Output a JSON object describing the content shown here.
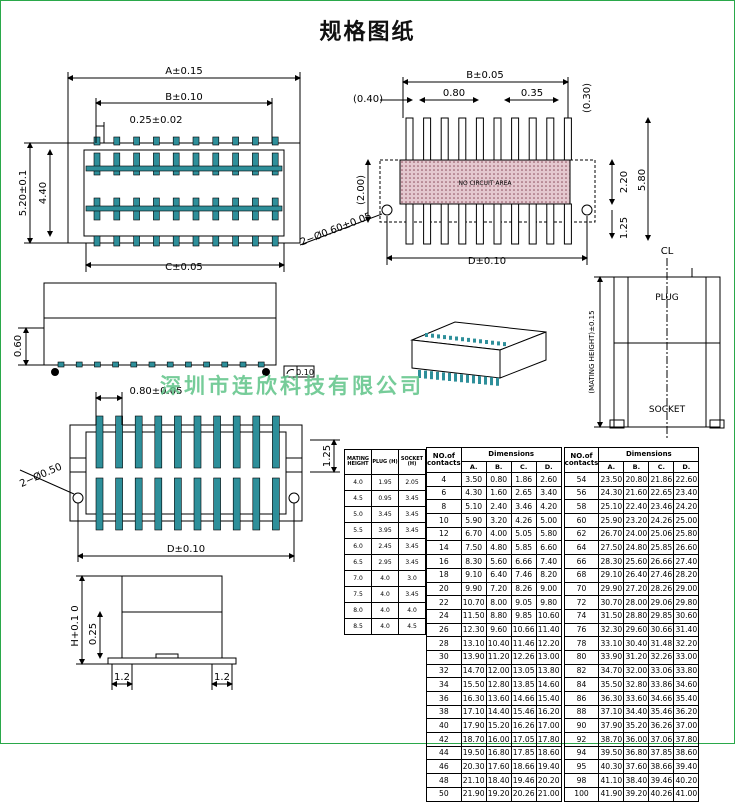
{
  "title": "规格图纸",
  "watermark": "深圳市连欣科技有限公司",
  "top_view": {
    "dim_a": "A±0.15",
    "dim_b": "B±0.10",
    "dim_pitch": "0.25±0.02",
    "dim_c": "C±0.05",
    "dim_h1": "5.20±0.1",
    "dim_h2": "4.40"
  },
  "footprint": {
    "dim_b": "B±0.05",
    "dim_040": "(0.40)",
    "dim_080": "0.80",
    "dim_035": "0.35",
    "dim_030": "(0.30)",
    "dim_200": "(2.00)",
    "dim_220": "2.20",
    "dim_580": "5.80",
    "dim_125": "1.25",
    "dim_d": "D±0.10",
    "holes": "2−Ø0.60±0.05",
    "no_circuit": "NO CIRCUIT AREA"
  },
  "side_view": {
    "dim_060": "0.60",
    "flatness": "0.10"
  },
  "mated_view": {
    "cl": "CL",
    "plug": "PLUG",
    "socket": "SOCKET",
    "mating_height": "(MATING HEIGHT)±0.15"
  },
  "bottom_view": {
    "dim_080": "0.80±0.05",
    "dim_125": "1.25",
    "holes": "2−Ø0.50",
    "dim_d": "D±0.10"
  },
  "front_view": {
    "dim_h": "H+0.1 0",
    "dim_025": "0.25",
    "dim_12a": "1.2",
    "dim_12b": "1.2"
  },
  "height_table": {
    "headers": [
      "MATING HEIGHT",
      "PLUG (H)",
      "SOCKET (H)"
    ],
    "rows": [
      [
        "4.0",
        "1.95",
        "2.05"
      ],
      [
        "4.5",
        "0.95",
        "3.45"
      ],
      [
        "5.0",
        "3.45",
        "3.45"
      ],
      [
        "5.5",
        "3.95",
        "3.45"
      ],
      [
        "6.0",
        "2.45",
        "3.45"
      ],
      [
        "6.5",
        "2.95",
        "3.45"
      ],
      [
        "7.0",
        "4.0",
        "3.0"
      ],
      [
        "7.5",
        "4.0",
        "3.45"
      ],
      [
        "8.0",
        "4.0",
        "4.0"
      ],
      [
        "8.5",
        "4.0",
        "4.5"
      ]
    ]
  },
  "dim_table": {
    "no_header": "NO.of contacts",
    "dims_header": "Dimensions",
    "cols": [
      "A.",
      "B.",
      "C.",
      "D."
    ],
    "left": [
      [
        "4",
        "3.50",
        "0.80",
        "1.86",
        "2.60"
      ],
      [
        "6",
        "4.30",
        "1.60",
        "2.65",
        "3.40"
      ],
      [
        "8",
        "5.10",
        "2.40",
        "3.46",
        "4.20"
      ],
      [
        "10",
        "5.90",
        "3.20",
        "4.26",
        "5.00"
      ],
      [
        "12",
        "6.70",
        "4.00",
        "5.05",
        "5.80"
      ],
      [
        "14",
        "7.50",
        "4.80",
        "5.85",
        "6.60"
      ],
      [
        "16",
        "8.30",
        "5.60",
        "6.66",
        "7.40"
      ],
      [
        "18",
        "9.10",
        "6.40",
        "7.46",
        "8.20"
      ],
      [
        "20",
        "9.90",
        "7.20",
        "8.26",
        "9.00"
      ],
      [
        "22",
        "10.70",
        "8.00",
        "9.05",
        "9.80"
      ],
      [
        "24",
        "11.50",
        "8.80",
        "9.85",
        "10.60"
      ],
      [
        "26",
        "12.30",
        "9.60",
        "10.66",
        "11.40"
      ],
      [
        "28",
        "13.10",
        "10.40",
        "11.46",
        "12.20"
      ],
      [
        "30",
        "13.90",
        "11.20",
        "12.26",
        "13.00"
      ],
      [
        "32",
        "14.70",
        "12.00",
        "13.05",
        "13.80"
      ],
      [
        "34",
        "15.50",
        "12.80",
        "13.85",
        "14.60"
      ],
      [
        "36",
        "16.30",
        "13.60",
        "14.66",
        "15.40"
      ],
      [
        "38",
        "17.10",
        "14.40",
        "15.46",
        "16.20"
      ],
      [
        "40",
        "17.90",
        "15.20",
        "16.26",
        "17.00"
      ],
      [
        "42",
        "18.70",
        "16.00",
        "17.05",
        "17.80"
      ],
      [
        "44",
        "19.50",
        "16.80",
        "17.85",
        "18.60"
      ],
      [
        "46",
        "20.30",
        "17.60",
        "18.66",
        "19.40"
      ],
      [
        "48",
        "21.10",
        "18.40",
        "19.46",
        "20.20"
      ],
      [
        "50",
        "21.90",
        "19.20",
        "20.26",
        "21.00"
      ]
    ],
    "right": [
      [
        "54",
        "23.50",
        "20.80",
        "21.86",
        "22.60"
      ],
      [
        "56",
        "24.30",
        "21.60",
        "22.65",
        "23.40"
      ],
      [
        "58",
        "25.10",
        "22.40",
        "23.46",
        "24.20"
      ],
      [
        "60",
        "25.90",
        "23.20",
        "24.26",
        "25.00"
      ],
      [
        "62",
        "26.70",
        "24.00",
        "25.06",
        "25.80"
      ],
      [
        "64",
        "27.50",
        "24.80",
        "25.85",
        "26.60"
      ],
      [
        "66",
        "28.30",
        "25.60",
        "26.66",
        "27.40"
      ],
      [
        "68",
        "29.10",
        "26.40",
        "27.46",
        "28.20"
      ],
      [
        "70",
        "29.90",
        "27.20",
        "28.26",
        "29.00"
      ],
      [
        "72",
        "30.70",
        "28.00",
        "29.06",
        "29.80"
      ],
      [
        "74",
        "31.50",
        "28.80",
        "29.85",
        "30.60"
      ],
      [
        "76",
        "32.30",
        "29.60",
        "30.66",
        "31.40"
      ],
      [
        "78",
        "33.10",
        "30.40",
        "31.48",
        "32.20"
      ],
      [
        "80",
        "33.90",
        "31.20",
        "32.26",
        "33.00"
      ],
      [
        "82",
        "34.70",
        "32.00",
        "33.06",
        "33.80"
      ],
      [
        "84",
        "35.50",
        "32.80",
        "33.86",
        "34.60"
      ],
      [
        "86",
        "36.30",
        "33.60",
        "34.66",
        "35.40"
      ],
      [
        "88",
        "37.10",
        "34.40",
        "35.46",
        "36.20"
      ],
      [
        "90",
        "37.90",
        "35.20",
        "36.26",
        "37.00"
      ],
      [
        "92",
        "38.70",
        "36.00",
        "37.06",
        "37.80"
      ],
      [
        "94",
        "39.50",
        "36.80",
        "37.85",
        "38.60"
      ],
      [
        "95",
        "40.30",
        "37.60",
        "38.66",
        "39.40"
      ],
      [
        "98",
        "41.10",
        "38.40",
        "39.46",
        "40.20"
      ],
      [
        "100",
        "41.90",
        "39.20",
        "40.26",
        "41.00"
      ]
    ]
  }
}
